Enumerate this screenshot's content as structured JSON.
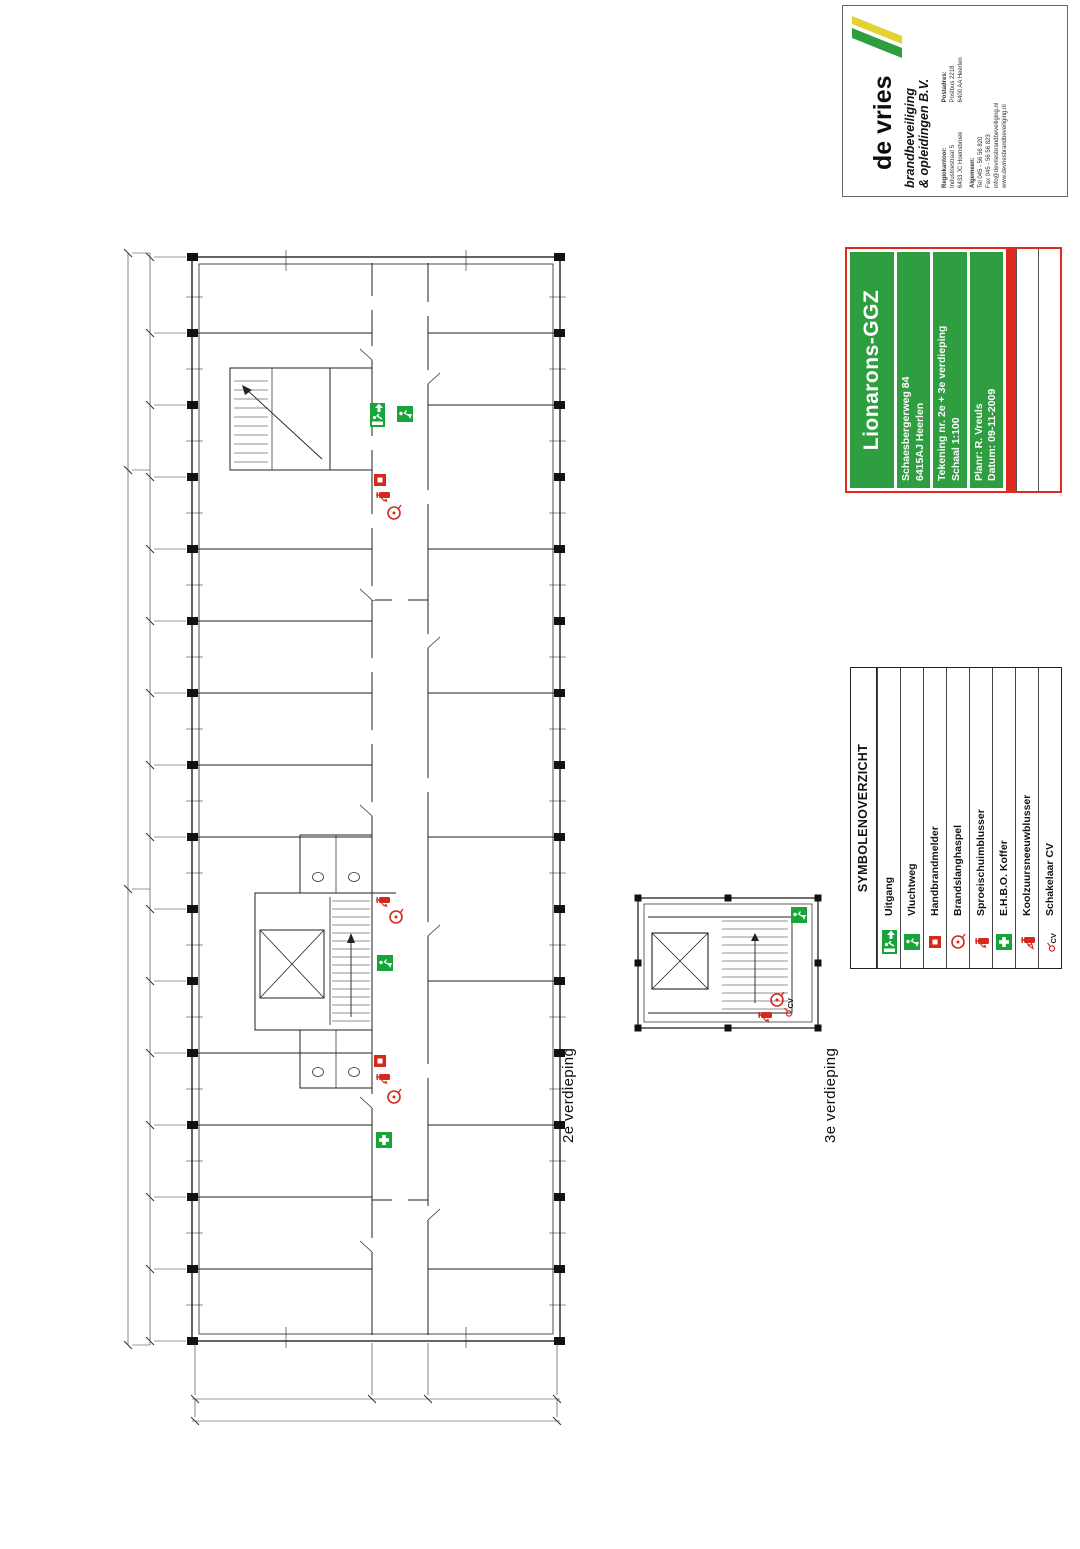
{
  "sheet": {
    "description_floor2": "2e verdieping",
    "description_floor3": "3e verdieping"
  },
  "floors": {
    "floor2_label": "2e verdieping",
    "floor3_label": "3e verdieping"
  },
  "legend": {
    "header": "SYMBOLENOVERZICHT",
    "rows": [
      {
        "label": "Uitgang",
        "icon": "exit-icon"
      },
      {
        "label": "Vluchtweg",
        "icon": "escape-route-icon"
      },
      {
        "label": "Handbrandmelder",
        "icon": "manual-call-point-icon"
      },
      {
        "label": "Brandslanghaspel",
        "icon": "fire-hose-reel-icon"
      },
      {
        "label": "Sproeischuimblusser",
        "icon": "foam-extinguisher-icon"
      },
      {
        "label": "E.H.B.O. Koffer",
        "icon": "first-aid-kit-icon"
      },
      {
        "label": "Koolzuursneeuwblusser",
        "icon": "co2-extinguisher-icon"
      },
      {
        "label": "Schakelaar CV",
        "icon": "cv-switch-icon",
        "symbol_text": "CV"
      }
    ]
  },
  "title_block": {
    "project": "Lionarons-GGZ",
    "address_line1": "Schaesbergerweg 84",
    "address_line2": "6415AJ Heerlen",
    "drawing_line1": "Tekening nr. 2e + 3e verdieping",
    "drawing_line2": "Schaal 1:100",
    "author_line1": "Planr: R. Vreuls",
    "author_line2": "Datum: 09-11-2009"
  },
  "logo": {
    "name": "de vries",
    "tagline_line1": "brandbeveiliging",
    "tagline_line2": "& opleidingen B.V.",
    "col1_header": "Regiokantoor:",
    "col1_line1": "Industriestraat 5",
    "col1_line2": "6433 JC Hoensbroek",
    "col2_header": "Postadres:",
    "col2_line1": "Postbus 2218",
    "col2_line2": "6400 AA Heerlen",
    "col3_header": "Algemeen:",
    "col3_line1": "Tel 045 - 56 56 820",
    "col3_line2": "Fax 045 - 56 56 823",
    "col3_line3": "info@devriesbrandbeveiliging.nl",
    "col3_line4": "www.devriesbrandbeveiliging.nl"
  },
  "colors": {
    "accent_green": "#2f9e41",
    "icon_green": "#18a437",
    "accent_red": "#e02a20",
    "icon_red": "#d42a1e",
    "logo_yellow": "#e3d332",
    "line": "#222222"
  }
}
